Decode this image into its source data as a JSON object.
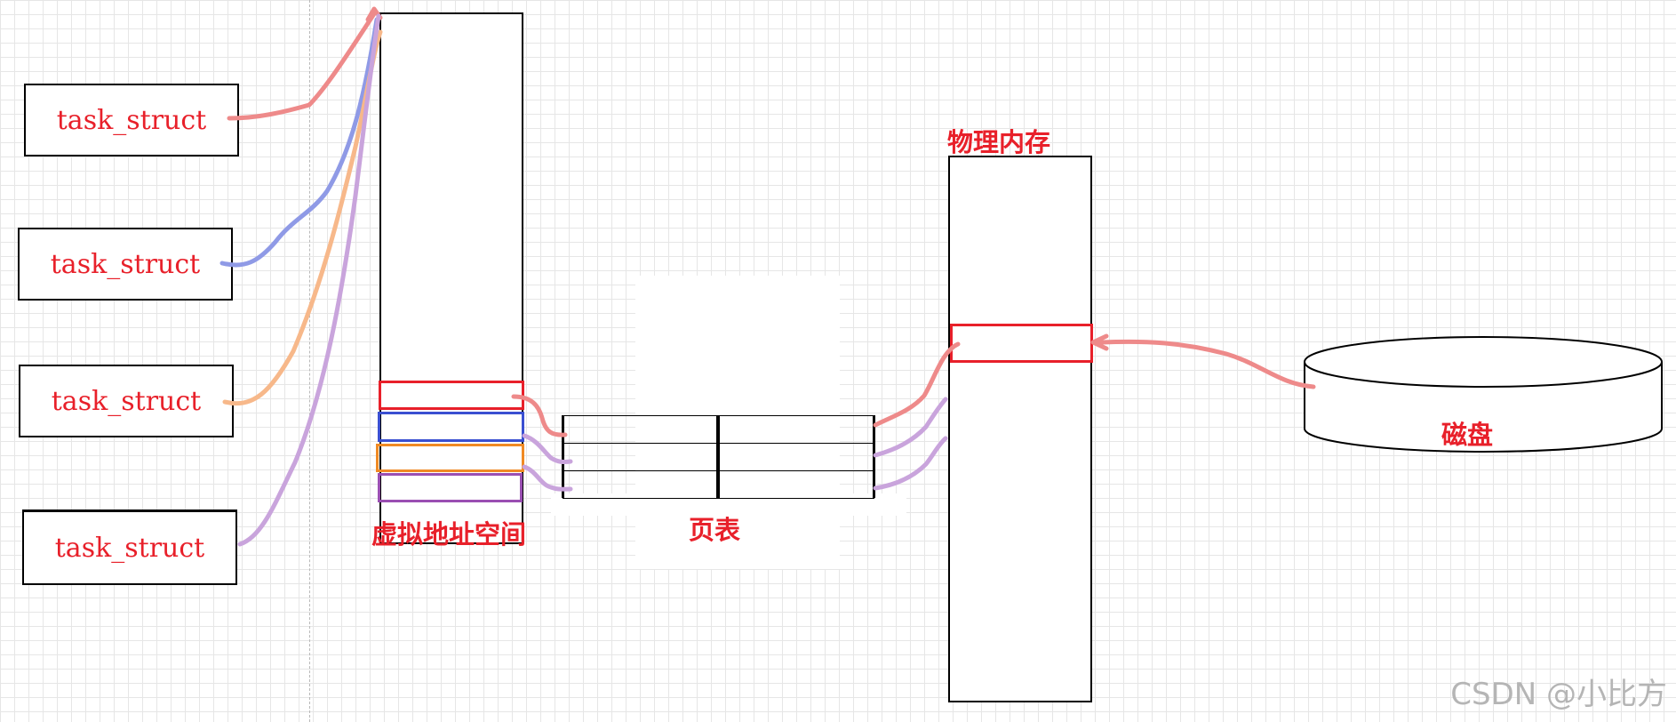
{
  "task_structs": [
    "task_struct",
    "task_struct",
    "task_struct",
    "task_struct"
  ],
  "labels": {
    "virtual_address_space": "虚拟地址空间",
    "page_table": "页表",
    "physical_memory": "物理内存",
    "disk": "磁盘"
  },
  "watermark": "CSDN @小比方",
  "colors": {
    "label_red": "#e8202a",
    "seg_red": "#e8202a",
    "seg_blue": "#3a4fd1",
    "seg_orange": "#f08a24",
    "seg_purple": "#9a4fb2",
    "link_red": "#ee8a8a",
    "link_blue": "#8f9ae6",
    "link_orange": "#f7b88a",
    "link_purple": "#c9a4dc"
  }
}
